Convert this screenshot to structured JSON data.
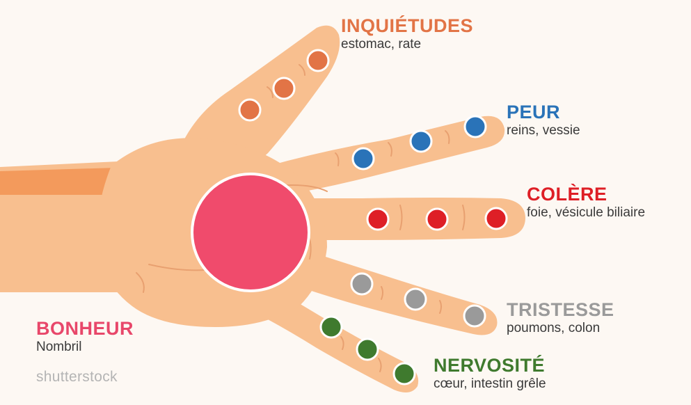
{
  "labels": {
    "inquietudes": {
      "title": "INQUIÉTUDES",
      "organs": "estomac, rate",
      "color": "#e27446"
    },
    "peur": {
      "title": "PEUR",
      "organs": "reins, vessie",
      "color": "#2a73b8"
    },
    "colere": {
      "title": "COLÈRE",
      "organs": "foie, vésicule biliaire",
      "color": "#de1f26"
    },
    "tristesse": {
      "title": "TRISTESSE",
      "organs": "poumons, colon",
      "color": "#9a9a9a"
    },
    "nervosite": {
      "title": "NERVOSITÉ",
      "organs": "cœur, intestin grêle",
      "color": "#3f7a2e"
    },
    "bonheur": {
      "title": "BONHEUR",
      "organs": "Nombril",
      "color": "#e8476a"
    }
  },
  "watermark": "shutterstock",
  "colors": {
    "skin": "#f8bf8f",
    "skin_dark": "#f39a5c",
    "skin_line": "#e8a070",
    "dot_outline": "#ffffff",
    "palm_center": "#f04b6c"
  }
}
